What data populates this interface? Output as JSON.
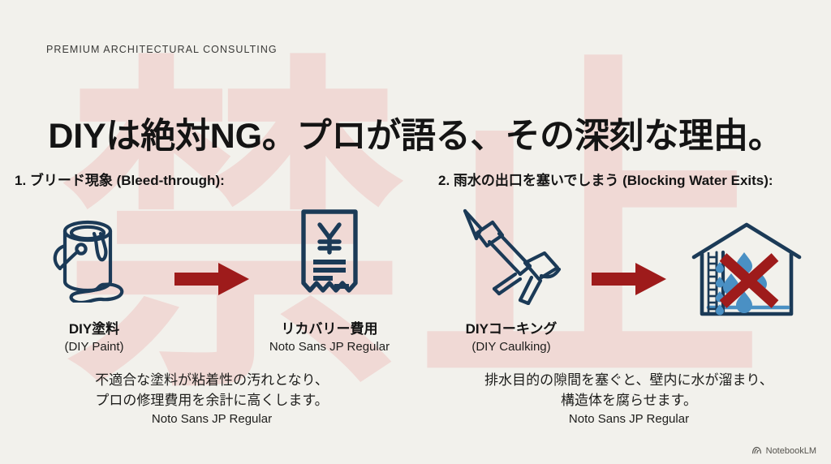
{
  "background": {
    "page_color": "#f2f1ec",
    "watermark_text": "禁止",
    "watermark_color": "#f0d9d5"
  },
  "palette": {
    "ink": "#1d3557",
    "navy": "#1b3a57",
    "red": "#a51111",
    "dark_red": "#9e1b1b",
    "water_blue": "#4a90c4",
    "text": "#141414"
  },
  "eyebrow": "PREMIUM ARCHITECTURAL CONSULTING",
  "title": "DIYは絶対NG。プロが語る、その深刻な理由。",
  "columns": [
    {
      "heading": "1. ブリード現象 (Bleed-through):",
      "cause": {
        "icon": "paint-bucket-icon",
        "label_main": "DIY塗料",
        "label_sub": "(DIY Paint)"
      },
      "arrow": "arrow-right-icon",
      "effect": {
        "icon": "receipt-yen-icon",
        "label_main": "リカバリー費用",
        "label_sub": "Noto Sans JP Regular"
      },
      "body_lines": [
        "不適合な塗料が粘着性の汚れとなり、",
        "プロの修理費用を余計に高くします。"
      ],
      "body_note": "Noto Sans JP Regular"
    },
    {
      "heading": "2. 雨水の出口を塞いでしまう (Blocking Water Exits):",
      "cause": {
        "icon": "caulking-gun-icon",
        "label_main": "DIYコーキング",
        "label_sub": "(DIY Caulking)"
      },
      "arrow": "arrow-right-icon",
      "effect": {
        "icon": "house-water-blocked-icon",
        "label_main": "",
        "label_sub": ""
      },
      "body_lines": [
        "排水目的の隙間を塞ぐと、壁内に水が溜まり、",
        "構造体を腐らせます。"
      ],
      "body_note": "Noto Sans JP Regular"
    }
  ],
  "footer": {
    "brand": "NotebookLM",
    "icon": "notebooklm-logo-icon"
  }
}
